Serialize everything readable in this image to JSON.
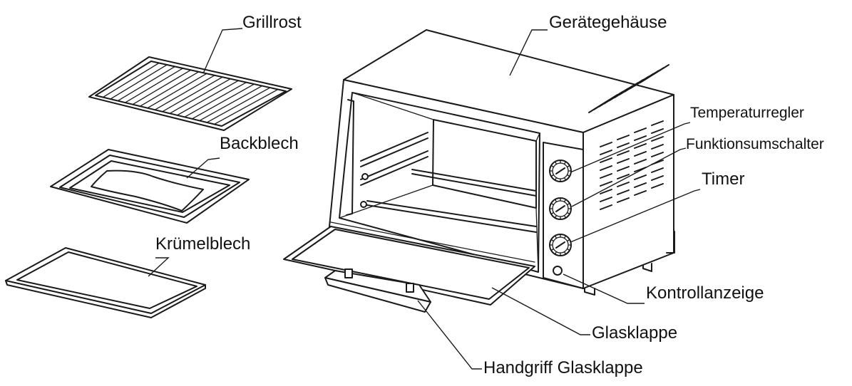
{
  "labels": {
    "grillrost": "Grillrost",
    "backblech": "Backblech",
    "kruemelblech": "Krümelblech",
    "geraetegehaeuse": "Gerätegehäuse",
    "temperaturregler": "Temperaturregler",
    "funktionsumschalter": "Funktionsumschalter",
    "timer": "Timer",
    "kontrollanzeige": "Kontrollanzeige",
    "glasklappe": "Glasklappe",
    "handgriff": "Handgriff Glasklappe"
  },
  "colors": {
    "line": "#1a1a1a",
    "background": "#ffffff"
  }
}
